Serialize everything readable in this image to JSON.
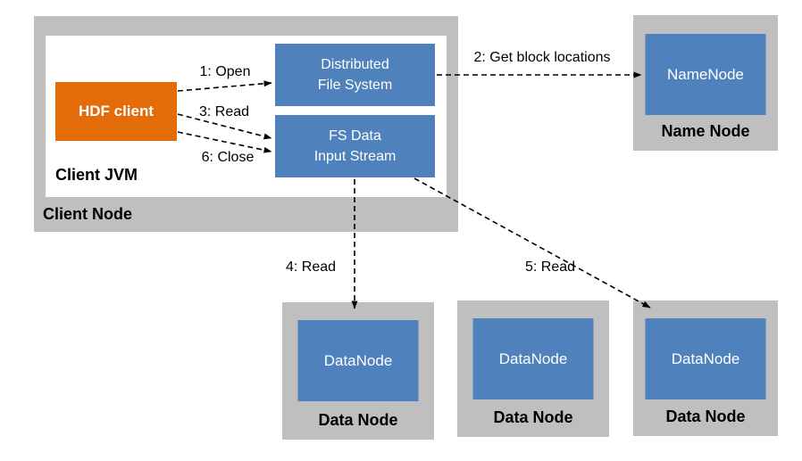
{
  "client_node": {
    "label": "Client Node",
    "client_jvm": {
      "label": "Client JVM",
      "hdf_client": {
        "label": "HDF client"
      },
      "distributed_file_system": {
        "line1": "Distributed",
        "line2": "File System"
      },
      "fs_data_input_stream": {
        "line1": "FS Data",
        "line2": "Input Stream"
      }
    }
  },
  "name_node": {
    "inner_label": "NameNode",
    "outer_label": "Name Node"
  },
  "data_nodes": [
    {
      "inner_label": "DataNode",
      "outer_label": "Data Node"
    },
    {
      "inner_label": "DataNode",
      "outer_label": "Data Node"
    },
    {
      "inner_label": "DataNode",
      "outer_label": "Data Node"
    }
  ],
  "arrows": {
    "open": {
      "label": "1: Open"
    },
    "get_block_locations": {
      "label": "2: Get block locations"
    },
    "read_3": {
      "label": "3: Read"
    },
    "read_4": {
      "label": "4: Read"
    },
    "read_5": {
      "label": "5: Read"
    },
    "close": {
      "label": "6: Close"
    }
  },
  "colors": {
    "box_blue": "#4F81BD",
    "box_orange": "#E36C09",
    "box_gray": "#BFBFBF",
    "box_text": "#FFFFFF",
    "label_text": "#000000",
    "arrow": "#000000"
  }
}
